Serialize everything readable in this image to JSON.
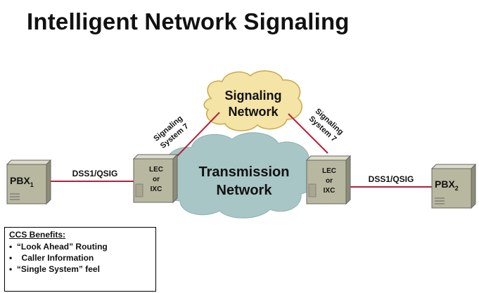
{
  "title": "Intelligent Network Signaling",
  "diagram": {
    "signaling_cloud": {
      "line1": "Signaling",
      "line2": "Network"
    },
    "transmission_cloud": {
      "line1": "Transmission",
      "line2": "Network"
    },
    "pbx_left": {
      "label": "PBX",
      "sub": "1"
    },
    "pbx_right": {
      "label": "PBX",
      "sub": "2"
    },
    "switch_left": {
      "line1": "LEC",
      "line2": "or",
      "line3": "IXC"
    },
    "switch_right": {
      "line1": "LEC",
      "line2": "or",
      "line3": "IXC"
    },
    "link_left": "DSS1/QSIG",
    "link_right": "DSS1/QSIG",
    "ss7_left": {
      "line1": "Signaling",
      "line2": "System 7"
    },
    "ss7_right": {
      "line1": "Signaling",
      "line2": "System 7"
    }
  },
  "benefits": {
    "heading": "CCS Benefits:",
    "items": [
      "“Look Ahead” Routing",
      "Caller Information",
      "“Single System” feel"
    ]
  },
  "colors": {
    "link_line": "#b0243a",
    "box_face": "#b8b8a0",
    "transmission_cloud": "#a9c6c6",
    "signaling_cloud": "#f4e4a6"
  }
}
